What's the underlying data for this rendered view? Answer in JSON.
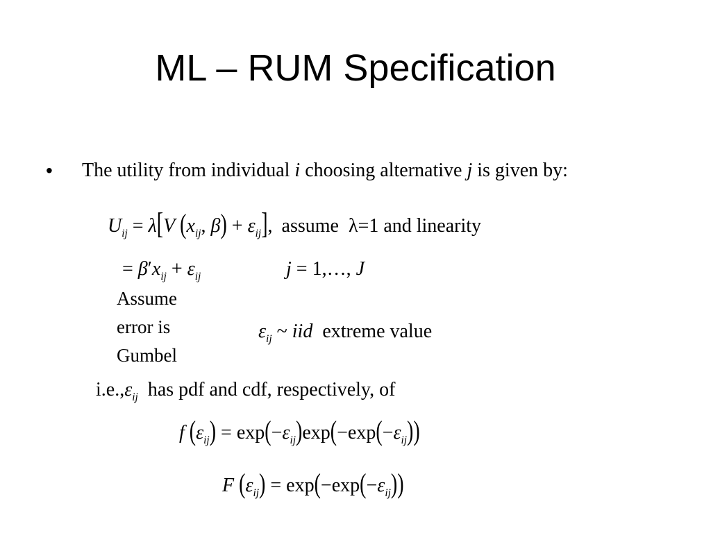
{
  "slide": {
    "title": "ML – RUM Specification",
    "bullet_marker": "•",
    "bullet_text_prefix": "The utility from individual ",
    "bullet_var_i": "i",
    "bullet_text_middle": " choosing alternative ",
    "bullet_var_j": "j",
    "bullet_text_suffix": " is given by:",
    "utility_assumption": "assume",
    "utility_condition": "λ=1 and linearity",
    "alternative_range": "j = 1,…, J",
    "assume_note": "Assume error is Gumbel",
    "error_distribution": "extreme value",
    "pdf_cdf_prefix": "i.e.,",
    "pdf_cdf_text": "has pdf and cdf, respectively, of"
  }
}
